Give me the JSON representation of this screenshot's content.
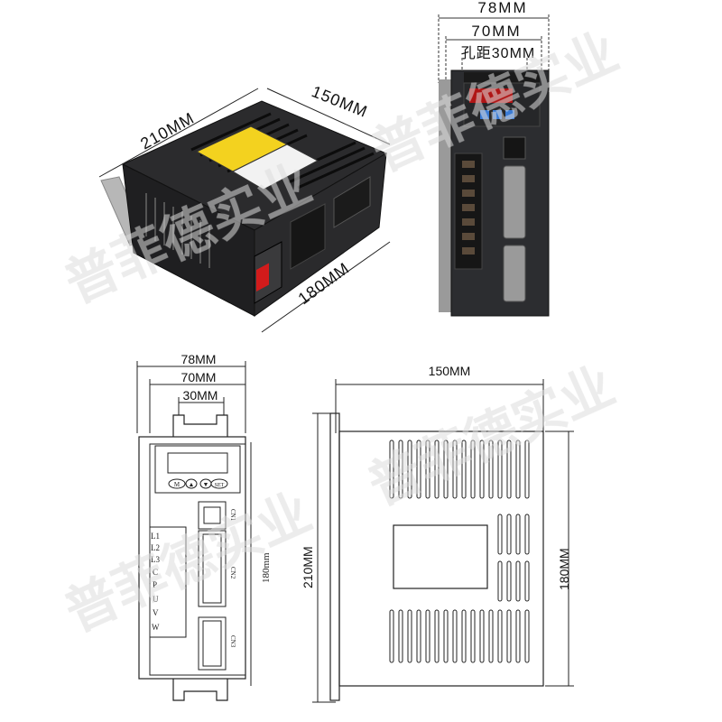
{
  "photo_iso": {
    "dim_length": "210MM",
    "dim_width": "150MM",
    "dim_height": "180MM"
  },
  "photo_front": {
    "dim_overall": "78MM",
    "dim_flange": "70MM",
    "dim_hole": "孔距30MM"
  },
  "drawing_front": {
    "dim_overall": "78MM",
    "dim_flange": "70MM",
    "dim_hole": "30MM",
    "dim_height": "180mm",
    "panel_buttons": [
      "M",
      "▲",
      "▼",
      "SET"
    ],
    "terminal_labels": [
      "L1",
      "L2",
      "L3",
      "C",
      "P",
      "U",
      "V",
      "W"
    ],
    "connector_labels": [
      "CN1",
      "CN2",
      "CN3"
    ]
  },
  "drawing_side": {
    "dim_width": "150MM",
    "dim_left": "210MM",
    "dim_right": "180MM"
  },
  "watermark": "普菲德实业"
}
